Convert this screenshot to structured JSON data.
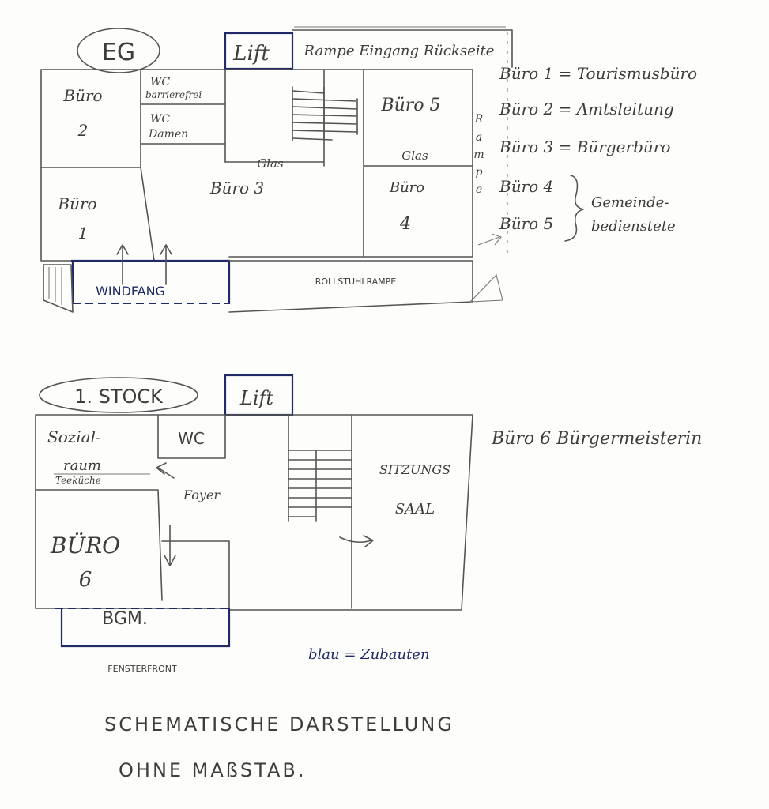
{
  "eg": {
    "title": "EG",
    "lift": "Lift",
    "ramp_back": "Rampe Eingang Rückseite",
    "buero2_a": "Büro",
    "buero2_b": "2",
    "buero1_a": "Büro",
    "buero1_b": "1",
    "wc1_a": "WC",
    "wc1_b": "barrierefrei",
    "wc2_a": "WC",
    "wc2_b": "Damen",
    "glas1": "Glas",
    "glas2": "Glas",
    "buero3": "Büro 3",
    "buero5": "Büro 5",
    "buero4_a": "Büro",
    "buero4_b": "4",
    "windfang": "WINDFANG",
    "rollstuhlrampe": "ROLLSTUHLRAMPE",
    "rampe_vertical": [
      "R",
      "a",
      "m",
      "p",
      "e"
    ],
    "legend": [
      "Büro 1 = Tourismusbüro",
      "Büro 2 = Amtsleitung",
      "Büro 3 = Bürgerbüro",
      "Büro 4",
      "Büro 5"
    ],
    "legend_group_a": "Gemeinde-",
    "legend_group_b": "bedienstete"
  },
  "stock1": {
    "title": "1. STOCK",
    "lift": "Lift",
    "sozial_a": "Sozial-",
    "sozial_b": "raum",
    "sozial_c": "Teeküche",
    "wc": "WC",
    "foyer": "Foyer",
    "buero6_a": "BÜRO",
    "buero6_b": "6",
    "bgm": "BGM.",
    "sitzungs_a": "SITZUNGS",
    "sitzungs_b": "SAAL",
    "fensterfront": "FENSTERFRONT",
    "legend": "Büro 6  Bürgermeisterin"
  },
  "note_blue": "blau = Zubauten",
  "footer_line1": "SCHEMATISCHE  DARSTELLUNG",
  "footer_line2": "OHNE  MAßSTAB."
}
